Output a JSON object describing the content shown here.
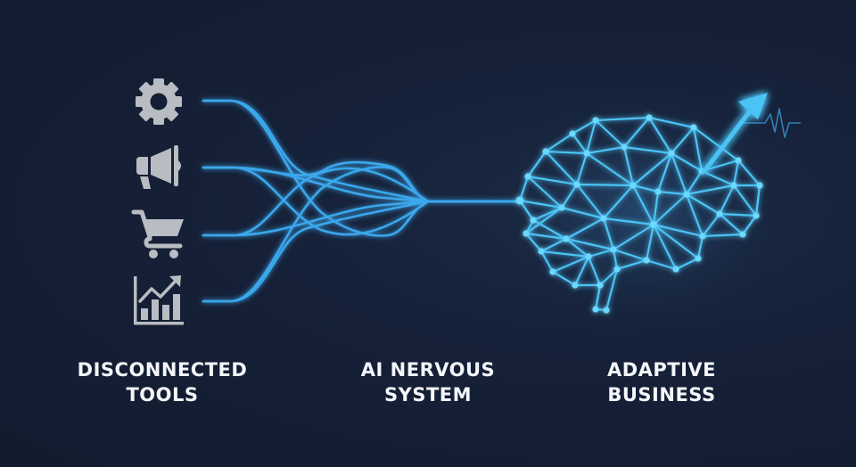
{
  "diagram": {
    "stages": [
      {
        "id": "tools",
        "line1": "DISCONNECTED",
        "line2": "TOOLS"
      },
      {
        "id": "ai",
        "line1": "AI NERVOUS",
        "line2": "SYSTEM"
      },
      {
        "id": "business",
        "line1": "ADAPTIVE",
        "line2": "BUSINESS"
      }
    ],
    "tool_icons": [
      {
        "name": "gear-icon",
        "meaning": "settings / operations"
      },
      {
        "name": "megaphone-icon",
        "meaning": "marketing"
      },
      {
        "name": "shopping-cart-icon",
        "meaning": "sales / commerce"
      },
      {
        "name": "growth-chart-icon",
        "meaning": "analytics"
      }
    ],
    "center_graphic": "converging-neural-lines",
    "right_graphic": "network-brain-with-growth-arrow",
    "colors": {
      "background": "#141e33",
      "icon_gray": "#b9bcc2",
      "line_blue": "#3aa7ec",
      "glow_cyan": "#4fd0ff",
      "label_white": "#f4f6fa"
    }
  }
}
